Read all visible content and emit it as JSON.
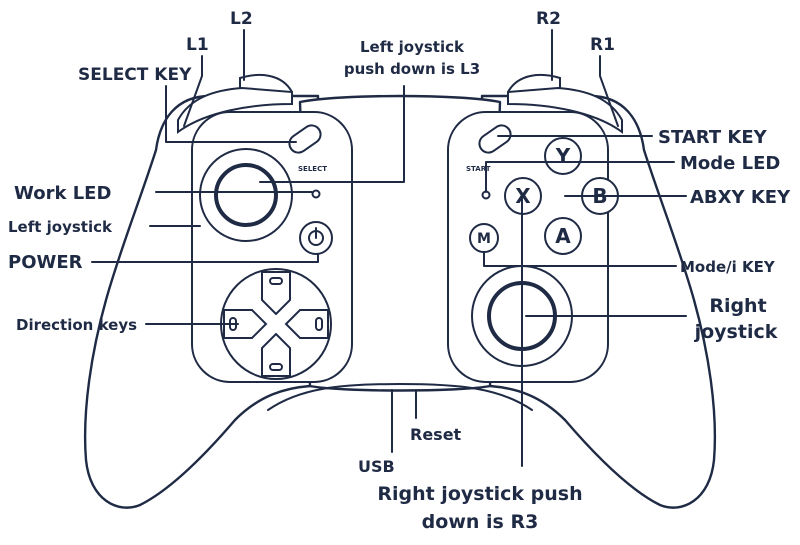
{
  "labels": {
    "l2": "L2",
    "l1": "L1",
    "select_key": "SELECT KEY",
    "l3_line1": "Left joystick",
    "l3_line2": "push down is L3",
    "r2": "R2",
    "r1": "R1",
    "start_key": "START KEY",
    "mode_led": "Mode LED",
    "abxy_key": "ABXY KEY",
    "work_led": "Work LED",
    "left_joystick": "Left joystick",
    "power": "POWER",
    "mode_i_key": "Mode/i KEY",
    "direction_keys": "Direction keys",
    "right_joystick_line1": "Right",
    "right_joystick_line2": "joystick",
    "reset": "Reset",
    "usb": "USB",
    "r3_line1": "Right joystick push",
    "r3_line2": "down is R3"
  },
  "device_markings": {
    "select": "SELECT",
    "start": "START",
    "btn_y": "Y",
    "btn_x": "X",
    "btn_b": "B",
    "btn_a": "A",
    "btn_m": "M"
  }
}
